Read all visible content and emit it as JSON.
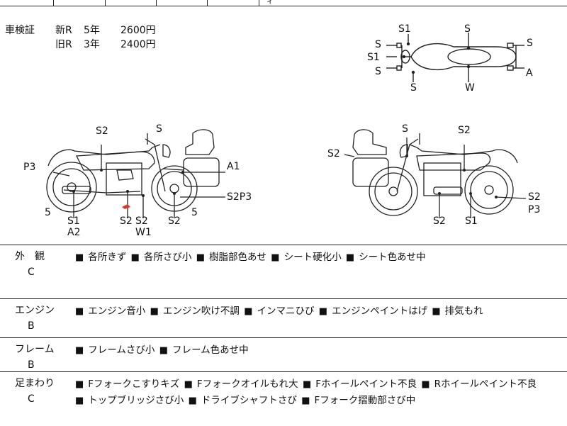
{
  "top_fragment": "ィ",
  "shaken": {
    "label": "車検証",
    "rows": [
      {
        "type": "新R",
        "years": "5年",
        "price": "2600円"
      },
      {
        "type": "旧R",
        "years": "3年",
        "price": "2400円"
      }
    ]
  },
  "top_view_labels": [
    "S1",
    "S",
    "S",
    "S1",
    "S",
    "S",
    "S",
    "W",
    "A"
  ],
  "left_view_labels": [
    "S2",
    "S",
    "P3",
    "A1",
    "S2P3",
    "5",
    "S1",
    "A2",
    "S2",
    "S2",
    "W1",
    "S2",
    "5"
  ],
  "right_view_labels": [
    "S",
    "S2",
    "S2",
    "S2",
    "P3",
    "S2",
    "S1"
  ],
  "bullet": "■",
  "sections": [
    {
      "category": "外　観",
      "grade": "C",
      "items": [
        "各所きず",
        "各所さび小",
        "樹脂部色あせ",
        "シート硬化小",
        "シート色あせ中"
      ]
    },
    {
      "category": "エンジン",
      "grade": "B",
      "items": [
        "エンジン音小",
        "エンジン吹け不調",
        "インマニひび",
        "エンジンペイントはげ",
        "排気もれ"
      ]
    },
    {
      "category": "フレーム",
      "grade": "B",
      "items": [
        "フレームさび小",
        "フレーム色あせ中"
      ]
    },
    {
      "category": "足まわり",
      "grade": "C",
      "items": [
        "Fフォークこすりキズ",
        "Fフォークオイルもれ大",
        "Fホイールペイント不良",
        "Rホイールペイント不良",
        "トップブリッジさび小",
        "ドライブシャフトさび",
        "Fフォーク摺動部さび中"
      ]
    }
  ]
}
